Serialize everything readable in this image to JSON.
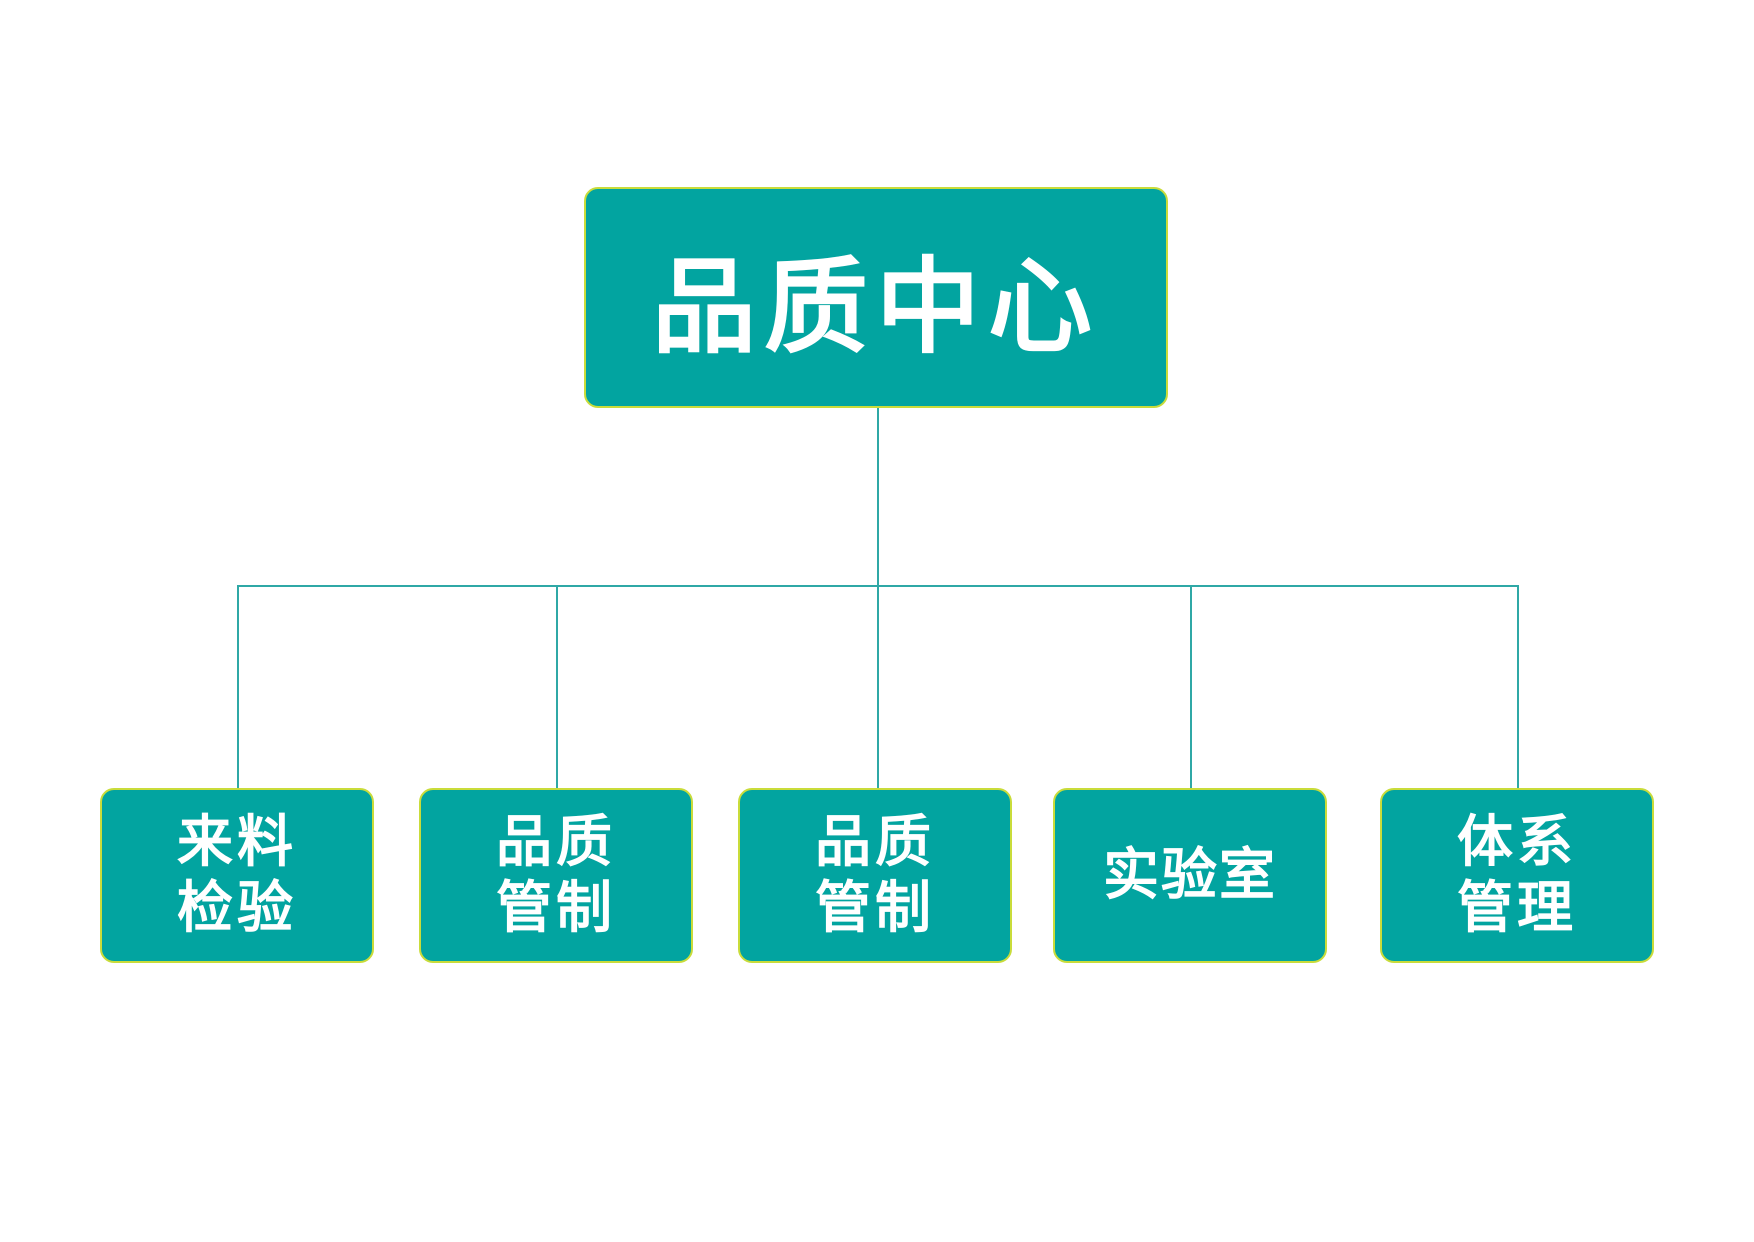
{
  "root": {
    "label": "品质中心"
  },
  "children": [
    {
      "label": "来料检验"
    },
    {
      "label": "品质管制"
    },
    {
      "label": "品质管制"
    },
    {
      "label": "实验室"
    },
    {
      "label": "体系管理"
    }
  ],
  "colors": {
    "node_fill": "#02a4a0",
    "node_border": "#c9dc3a",
    "connector": "#2fa8a6",
    "text": "#ffffff"
  }
}
